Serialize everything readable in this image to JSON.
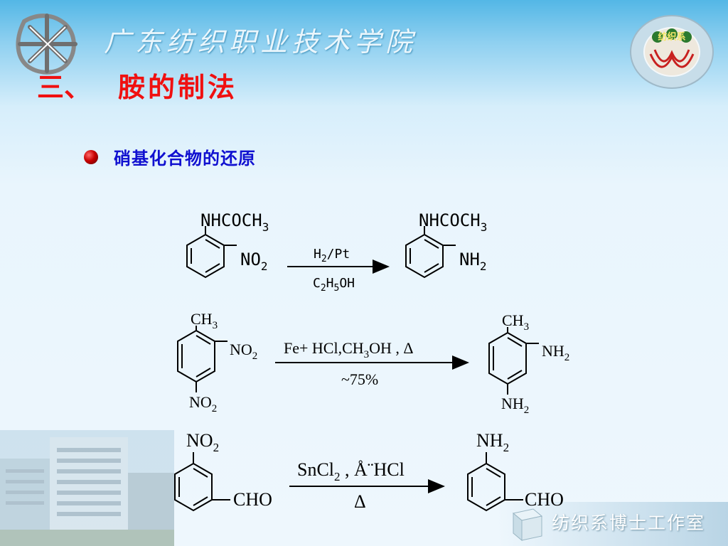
{
  "header": {
    "school_name": "广东纺织职业技术学院",
    "logo_right_text": "纺织系"
  },
  "section": {
    "number": "三、",
    "title": "胺的制法"
  },
  "bullet": {
    "text": "硝基化合物的还原"
  },
  "reactions": [
    {
      "reactant": {
        "top": [
          "NHCOCH",
          "3"
        ],
        "side": [
          "NO",
          "2"
        ]
      },
      "condition_top": [
        "H",
        "2",
        "/Pt"
      ],
      "condition_bottom": [
        "C",
        "2",
        "H",
        "5",
        "OH"
      ],
      "product": {
        "top": [
          "NHCOCH",
          "3"
        ],
        "side": [
          "NH",
          "2"
        ]
      }
    },
    {
      "reactant": {
        "top": [
          "CH",
          "3"
        ],
        "side": [
          "NO",
          "2"
        ],
        "bottom": [
          "NO",
          "2"
        ]
      },
      "condition_top": [
        "Fe+ HCl,CH",
        "3",
        "OH , Δ"
      ],
      "condition_bottom": "~75%",
      "product": {
        "top": [
          "CH",
          "3"
        ],
        "side": [
          "NH",
          "2"
        ],
        "bottom": [
          "NH",
          "2"
        ]
      }
    },
    {
      "reactant": {
        "top": [
          "NO",
          "2"
        ],
        "side": "CHO"
      },
      "condition_top": [
        "SnCl",
        "2",
        " , Å¨HCl"
      ],
      "condition_bottom": "Δ",
      "product": {
        "top": [
          "NH",
          "2"
        ],
        "side": "CHO"
      }
    }
  ],
  "footer": {
    "text": "纺织系博士工作室"
  },
  "colors": {
    "title_red": "#f01010",
    "bullet_blue": "#1010d0",
    "header_blue": "#53b7e6"
  }
}
